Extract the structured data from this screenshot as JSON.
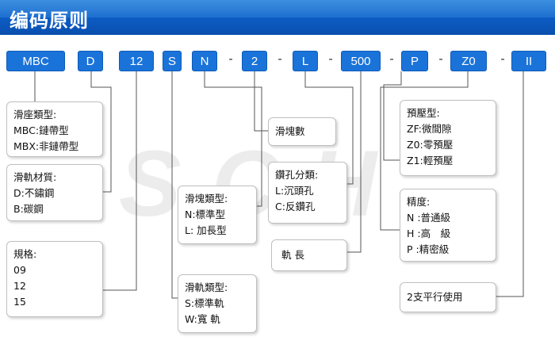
{
  "header": {
    "title": "编码原则"
  },
  "watermark": {
    "text": "SCH"
  },
  "code_segments": [
    "MBC",
    "D",
    "12",
    "S",
    "N",
    "2",
    "L",
    "500",
    "P",
    "Z0",
    "II"
  ],
  "separator": "-",
  "boxes": {
    "block_type": [
      "滑座類型:",
      "MBC:鏈帶型",
      "MBX:非鏈帶型"
    ],
    "rail_material": [
      "滑軌材質:",
      "D:不鏽鋼",
      "B:碳鋼"
    ],
    "size": [
      "規格:",
      "09",
      "12",
      "15"
    ],
    "block_count": [
      "滑塊數"
    ],
    "hole_type": [
      "鑽孔分類:",
      "L:沉頭孔",
      "C:反鑽孔"
    ],
    "block_form": [
      "滑塊類型:",
      "N:標準型",
      "L: 加長型"
    ],
    "rail_type": [
      "滑軌類型:",
      "S:標準軌",
      "W:寬 軌"
    ],
    "rail_length": [
      "軌 長"
    ],
    "preload": [
      "預壓型:",
      "ZF:微間隙",
      "Z0:零預壓",
      "Z1:輕預壓"
    ],
    "accuracy": [
      "精度:",
      "N :普通級",
      "H :高　級",
      "P :精密級"
    ],
    "parallel": [
      "2支平行使用"
    ]
  }
}
